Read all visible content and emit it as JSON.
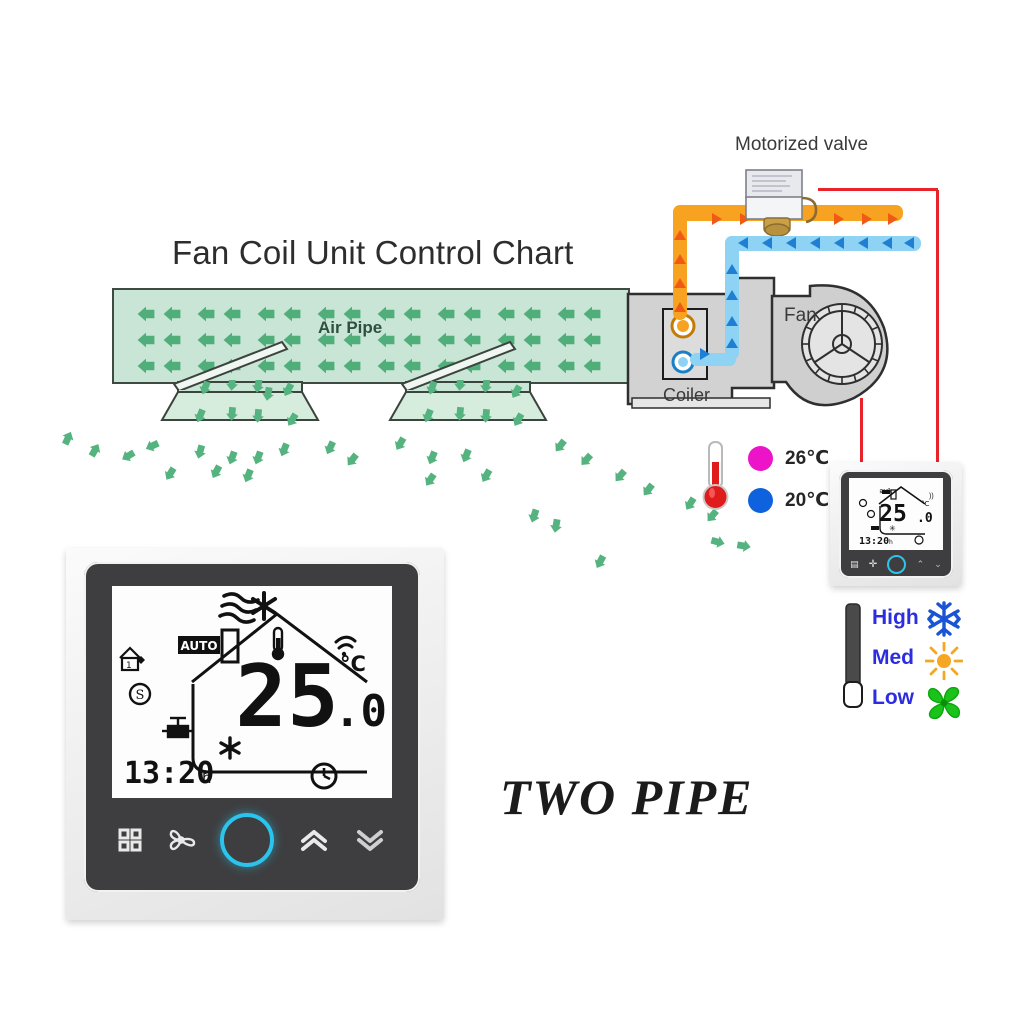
{
  "page": {
    "title": "Fan Coil Unit Control Chart",
    "mode_caption": "TWO PIPE",
    "background": "#ffffff"
  },
  "diagram": {
    "labels": {
      "motorized_valve": "Motorized valve",
      "air_pipe": "Air Pipe",
      "coiler": "Coiler",
      "fan": "Fan"
    },
    "icons": {
      "valve_actuator": "motorized-valve-icon",
      "fan_wheel": "centrifugal-fan-icon",
      "supply_arrow": "airflow-arrow-icon"
    },
    "colors": {
      "air_pipe_fill": "#c9e5d5",
      "airflow_arrow": "#4fae79",
      "hot_pipe": "#f7a321",
      "cold_pipe": "#8ed2f4",
      "wire": "#e8232a",
      "unit_body": "#d2d2d2"
    }
  },
  "temp_legend": {
    "icon": "thermometer-icon",
    "entries": [
      {
        "color": "#ec13c8",
        "value": "26℃",
        "dot_name": "magenta-dot"
      },
      {
        "color": "#0f62dd",
        "value": "20℃",
        "dot_name": "blue-dot"
      }
    ]
  },
  "fan_speed_legend": {
    "slider_icon": "fan-speed-slider-icon",
    "entries": [
      {
        "label": "High",
        "icon": "snowflake-icon",
        "icon_color": "#1a53d4"
      },
      {
        "label": "Med",
        "icon": "sun-icon",
        "icon_color": "#f5a623"
      },
      {
        "label": "Low",
        "icon": "fan-blades-icon",
        "icon_color": "#19c319"
      }
    ],
    "label_color": "#2d2de0"
  },
  "thermostat": {
    "screen": {
      "temperature": "25",
      "decimal": ".0",
      "unit": "℃",
      "unit_text": "°C",
      "mode_badge": "AUTO",
      "time": "13:20",
      "time_suffix": "h",
      "icons": {
        "heat_waves": "heat-waves-icon",
        "snowflake_top": "snowflake-icon",
        "thermometer": "thermometer-icon",
        "wifi": "wifi-icon",
        "house": "house-outline-icon",
        "holiday": "holiday-house-icon",
        "lock": "lock-circle-icon",
        "valve": "valve-icon",
        "snowflake_mode": "snowflake-mode-icon",
        "clock": "clock-icon"
      }
    },
    "buttons": [
      {
        "name": "menu-button",
        "icon": "grid-menu-icon"
      },
      {
        "name": "fan-button",
        "icon": "fan-icon"
      },
      {
        "name": "power-button",
        "icon": "power-ring-icon",
        "color": "#2bc4ec"
      },
      {
        "name": "up-button",
        "icon": "chevron-up-icon"
      },
      {
        "name": "down-button",
        "icon": "chevron-down-icon"
      }
    ]
  }
}
